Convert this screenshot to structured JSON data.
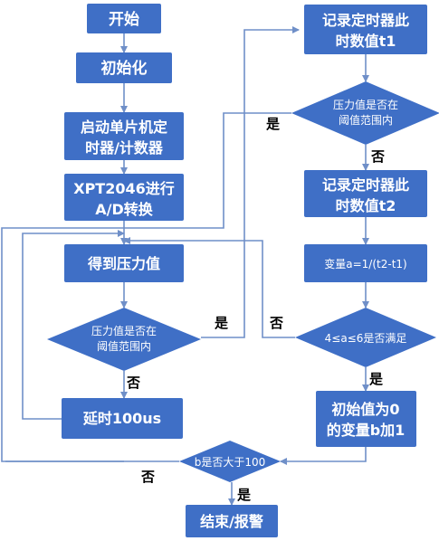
{
  "nodes": {
    "start": "开始",
    "init": "初始化",
    "timer_a": "启动单片机定",
    "timer_b": "时器/计数器",
    "xpt_a": "XPT2046进行",
    "xpt_b": "A/D转换",
    "get_pressure": "得到压力值",
    "dec1_a": "压力值是否在",
    "dec1_b": "阈值范围内",
    "delay": "延时100us",
    "dec_b": "b是否大于100",
    "end": "结束/报警",
    "rec1_a": "记录定时器此",
    "rec1_b": "时数值t1",
    "dec2_a": "压力值是否在",
    "dec2_b": "阈值范围内",
    "rec2_a": "记录定时器此",
    "rec2_b": "时数值t2",
    "var_a": "变量a=1/(t2-t1)",
    "dec3": "4≤a≤6是否满足",
    "initb_a": "初始值为0",
    "initb_b": "的变量b加1"
  },
  "labels": {
    "yes": "是",
    "no": "否"
  },
  "colors": {
    "node_fill": "#3f6fc6",
    "edge": "#6f8fc8",
    "text": "#ffffff"
  }
}
